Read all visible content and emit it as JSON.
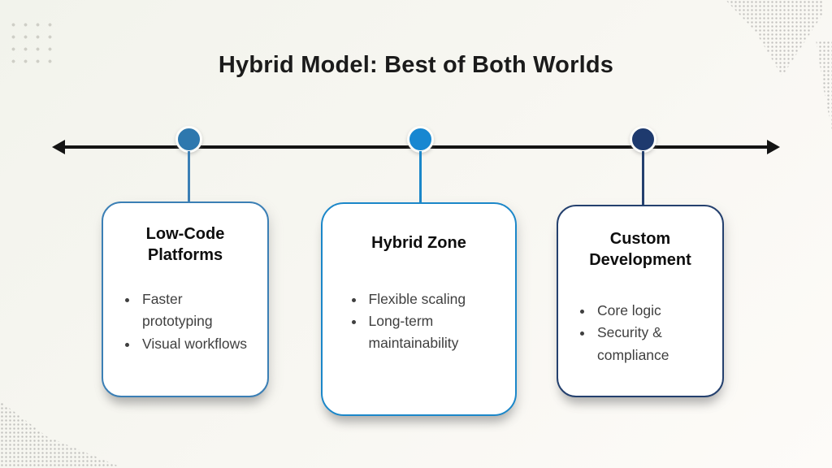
{
  "page": {
    "title": "Hybrid Model: Best of Both Worlds",
    "background_top_left": "#f2f3ec",
    "background_bottom_right": "#fdfbf8"
  },
  "timeline": {
    "line_color": "#141414"
  },
  "cards": [
    {
      "title": "Low-Code Platforms",
      "bullets": [
        "Faster prototyping",
        "Visual workflows"
      ],
      "accent": "#3b7fb5",
      "circle_color": "#2e78ae"
    },
    {
      "title": "Hybrid Zone",
      "bullets": [
        "Flexible scaling",
        "Long-term maintainability"
      ],
      "accent": "#1b87c9",
      "circle_color": "#1787d1"
    },
    {
      "title": "Custom Development",
      "bullets": [
        "Core logic",
        "Security & compliance"
      ],
      "accent": "#24406e",
      "circle_color": "#1e3a6e"
    }
  ]
}
